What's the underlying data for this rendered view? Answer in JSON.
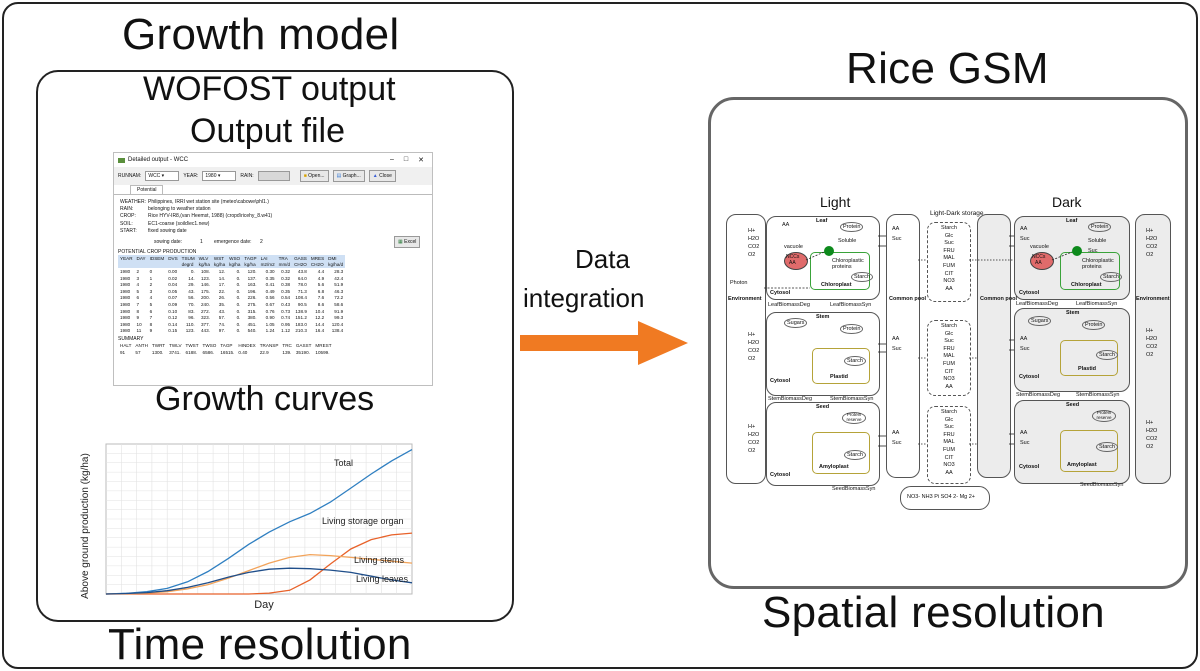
{
  "titles": {
    "growth_model": "Growth model",
    "wofost_output": "WOFOST output",
    "output_file": "Output file",
    "growth_curves": "Growth curves",
    "time_resolution": "Time resolution",
    "rice_gsm": "Rice GSM",
    "spatial_resolution": "Spatial resolution",
    "data_integration_line1": "Data",
    "data_integration_line2": "integration"
  },
  "window": {
    "title": "Detailed output - WCC",
    "runnam_label": "RUNNAM:",
    "runnam_value": "WCC",
    "year_label": "YEAR:",
    "year_value": "1980",
    "rain_label": "RAIN:",
    "open_button": "Open...",
    "graph_button": "Graph...",
    "close_button": "Close",
    "tab": "Potential",
    "info": [
      {
        "k": "WEATHER:",
        "v": "Philippines, IRRI wet station site (meteo\\cabowe\\phl1.)"
      },
      {
        "k": "RAIN:",
        "v": "belonging to weather station"
      },
      {
        "k": "CROP:",
        "v": "Rice HYV-IR8,(van Heemst, 1988) (cropd\\ricehy_8.w41)"
      },
      {
        "k": "SOIL:",
        "v": "EC1-coarse (soild\\ec1.new)"
      },
      {
        "k": "START:",
        "v": "fixed sowing date"
      }
    ],
    "sowing_date_label": "sowing date:",
    "sowing_date_value": "1",
    "emergence_label": "emergence date:",
    "emergence_value": "2",
    "excel_button": "Excel",
    "section": "POTENTIAL CROP PRODUCTION",
    "columns": [
      "YEAR",
      "DAY",
      "IDSEM",
      "DVS",
      "TSUM",
      "WLV",
      "WST",
      "WSO",
      "TAGP",
      "LAI",
      "TRA",
      "GASS",
      "MRES",
      "DMI"
    ],
    "units": [
      "",
      "",
      "",
      "",
      "degrd",
      "kg/ha",
      "kg/ha",
      "kg/ha",
      "kg/ha",
      "m2/m2",
      "mm/d",
      "CH2O",
      "CH2O",
      "kg/ha/d"
    ],
    "rows": [
      [
        "1980",
        "2",
        "0",
        "0.00",
        "0.",
        "108.",
        "12.",
        "0.",
        "120.",
        "0.30",
        "0.32",
        "43.8",
        "4.4",
        "28.3"
      ],
      [
        "1980",
        "3",
        "1",
        "0.02",
        "14.",
        "123.",
        "14.",
        "0.",
        "137.",
        "0.35",
        "0.32",
        "64.0",
        "4.9",
        "42.4"
      ],
      [
        "1980",
        "4",
        "2",
        "0.04",
        "29.",
        "146.",
        "17.",
        "0.",
        "163.",
        "0.41",
        "0.38",
        "78.0",
        "5.6",
        "51.9"
      ],
      [
        "1980",
        "5",
        "3",
        "0.05",
        "43.",
        "175.",
        "22.",
        "0.",
        "196.",
        "0.49",
        "0.35",
        "71.3",
        "6.8",
        "46.3"
      ],
      [
        "1980",
        "6",
        "4",
        "0.07",
        "56.",
        "200.",
        "26.",
        "0.",
        "226.",
        "0.56",
        "0.54",
        "108.4",
        "7.6",
        "72.2"
      ],
      [
        "1980",
        "7",
        "5",
        "0.09",
        "70.",
        "240.",
        "35.",
        "0.",
        "275.",
        "0.67",
        "0.43",
        "90.5",
        "8.6",
        "58.6"
      ],
      [
        "1980",
        "8",
        "6",
        "0.10",
        "83.",
        "272.",
        "43.",
        "0.",
        "315.",
        "0.76",
        "0.73",
        "138.9",
        "10.4",
        "91.9"
      ],
      [
        "1980",
        "9",
        "7",
        "0.12",
        "96.",
        "323.",
        "57.",
        "0.",
        "380.",
        "0.90",
        "0.74",
        "151.2",
        "12.2",
        "99.3"
      ],
      [
        "1980",
        "10",
        "8",
        "0.14",
        "110.",
        "377.",
        "74.",
        "0.",
        "451.",
        "1.05",
        "0.95",
        "183.0",
        "14.4",
        "120.4"
      ],
      [
        "1980",
        "11",
        "9",
        "0.15",
        "123.",
        "443.",
        "97.",
        "0.",
        "540.",
        "1.24",
        "1.12",
        "210.3",
        "16.4",
        "138.4"
      ]
    ],
    "summary_label": "SUMMARY",
    "summary_columns": [
      "HALT",
      "ANTH",
      "TWRT",
      "TWLV",
      "TWST",
      "TWSO",
      "TAGP",
      "HINDEX",
      "TRANSP",
      "TRC",
      "GASST",
      "MREST"
    ],
    "summary_values": [
      "91",
      "57",
      "1300.",
      "3741.",
      "6188.",
      "6586.",
      "16515.",
      "0.40",
      "22.9",
      "139.",
      "35190.",
      "10599."
    ]
  },
  "chart_data": {
    "type": "line",
    "xlabel": "Day",
    "ylabel": "Above ground production (kg/ha)",
    "x": [
      0,
      10,
      20,
      30,
      40,
      50,
      60,
      70,
      80,
      90,
      100,
      110,
      120,
      130,
      140,
      150
    ],
    "ylim": [
      0,
      16000
    ],
    "grid": true,
    "series": [
      {
        "name": "Total",
        "color": "#2f7fc1",
        "values": [
          0,
          80,
          250,
          600,
          1300,
          2400,
          3800,
          5300,
          6600,
          7700,
          8600,
          9800,
          11300,
          12800,
          14200,
          15400
        ]
      },
      {
        "name": "Living storage organ",
        "color": "#e8622a",
        "values": [
          0,
          0,
          0,
          0,
          0,
          0,
          0,
          0,
          100,
          400,
          1500,
          3200,
          4800,
          5800,
          6300,
          6500
        ]
      },
      {
        "name": "Living stems",
        "color": "#f2a35a",
        "values": [
          0,
          30,
          100,
          250,
          550,
          1000,
          1700,
          2500,
          3300,
          3900,
          4200,
          4100,
          3900,
          3700,
          3500,
          3300
        ]
      },
      {
        "name": "Living leaves",
        "color": "#1f4e8a",
        "values": [
          0,
          50,
          150,
          350,
          700,
          1200,
          1800,
          2300,
          2650,
          2750,
          2700,
          2550,
          2300,
          1900,
          1500,
          1200
        ]
      }
    ]
  },
  "gsm": {
    "light": "Light",
    "dark": "Dark",
    "storage_header": "Light-Dark storage",
    "common_pool": "Common pool",
    "environment": "Environment",
    "leaf": "Leaf",
    "stem": "Stem",
    "seed": "Seed",
    "cytosol": "Cytosol",
    "chloroplast": "Chloroplast",
    "plastid": "Plastid",
    "amyloplast": "Amyloplast",
    "vacuole": "vacuole",
    "nccs": "NCCs",
    "aa": "AA",
    "protein": "Protein",
    "soluble": "Soluble",
    "starch": "Starch",
    "sugars": "Sugars",
    "suc": "Suc",
    "photon": "Photon",
    "chloro_proteins": "Chloroplastic proteins",
    "protein_reserve": "Protein reserve",
    "env_species": [
      "H+",
      "H2O",
      "CO2",
      "O2"
    ],
    "pool_species": [
      "Starch",
      "Glc",
      "Suc",
      "FRU",
      "MAL",
      "FUM",
      "CIT",
      "NO3",
      "AA"
    ],
    "leaf_biomass_deg": "LeafBiomassDeg",
    "leaf_biomass_syn": "LeafBiomassSyn",
    "stem_biomass_deg": "StemBiomassDeg",
    "stem_biomass_syn": "StemBiomassSyn",
    "seed_biomass_syn": "SeedBiomassSyn",
    "nutrients": "NO3-  NH3  Pi  SO4 2-  Mg 2+"
  },
  "colors": {
    "arrow": "#f07a22",
    "vacuole": "#e06b6b",
    "chloroplast_border": "#3aa33a",
    "plastid_border": "#b5a339",
    "total": "#2f7fc1",
    "storage": "#e8622a",
    "stems": "#f2a35a",
    "leaves": "#1f4e8a"
  }
}
